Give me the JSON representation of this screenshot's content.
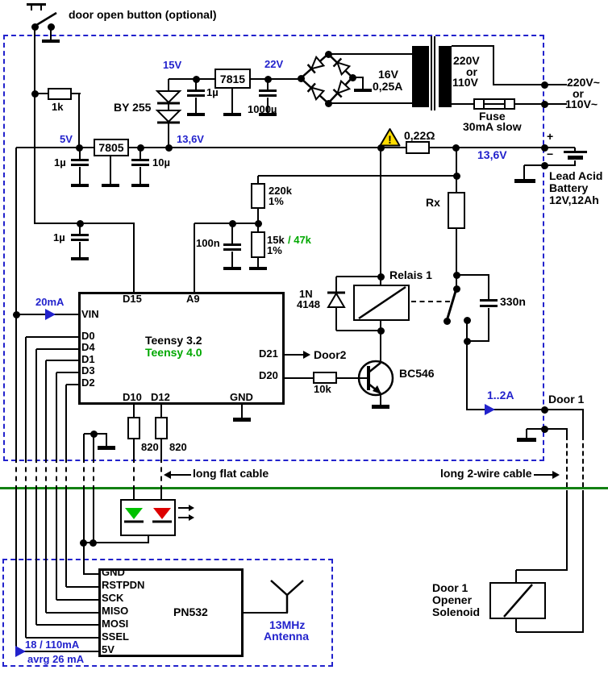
{
  "button": {
    "label": "door open button (optional)"
  },
  "power": {
    "r1k": "1k",
    "v5": "5V",
    "reg5": "7805",
    "c1u_5v": "1µ",
    "c10u": "10µ",
    "v136": "13,6V",
    "by255": "BY 255",
    "v15": "15V",
    "reg15": "7815",
    "c1u_15v": "1µ",
    "v22": "22V",
    "c1000u": "1000µ",
    "sec_v": "16V",
    "sec_a": "0,25A",
    "pri_1": "220V",
    "pri_or": "or",
    "pri_2": "110V",
    "fuse_1": "Fuse",
    "fuse_2": "30mA slow",
    "mains_1": "220V~",
    "mains_or": "or",
    "mains_2": "110V~",
    "shunt": "0,22Ω",
    "warn": "!",
    "v136_batt": "13,6V",
    "batt_plus": "+",
    "batt_minus": "−",
    "batt_1": "Lead Acid",
    "batt_2": "Battery",
    "batt_3": "12V,12Ah"
  },
  "sense": {
    "r220k": "220k",
    "tol220k": "1%",
    "c100n": "100n",
    "r15k": "15k",
    "r47k": "/ 47k",
    "tol15k": "1%",
    "c1u": "1µ",
    "rx": "Rx"
  },
  "mcu": {
    "title1": "Teensy 3.2",
    "title2": "Teensy 4.0",
    "current": "20mA",
    "vin": "VIN",
    "d0": "D0",
    "d4": "D4",
    "d1": "D1",
    "d3": "D3",
    "d2": "D2",
    "d15": "D15",
    "a9": "A9",
    "d21": "D21",
    "d20": "D20",
    "d10": "D10",
    "d12": "D12",
    "gnd": "GND"
  },
  "driver": {
    "relay": "Relais 1",
    "diode_1": "1N",
    "diode_2": "4148",
    "c330n": "330n",
    "r10k": "10k",
    "transistor": "BC546",
    "door2": "Door2"
  },
  "out": {
    "current": "1..2A",
    "door1": "Door 1",
    "cable": "long 2-wire cable",
    "sol_1": "Door 1",
    "sol_2": "Opener",
    "sol_3": "Solenoid"
  },
  "flat_cable": {
    "label": "long flat cable"
  },
  "led": {
    "r820_a": "820",
    "r820_b": "820"
  },
  "nfc": {
    "name": "PN532",
    "pins": [
      "GND",
      "RSTPDN",
      "SCK",
      "MISO",
      "MOSI",
      "SSEL",
      "5V"
    ],
    "ant_1": "13MHz",
    "ant_2": "Antenna",
    "current_1": "18 / 110mA",
    "current_2": "avrg 26 mA"
  },
  "colors": {
    "label_blue": "#2222CC",
    "label_green": "#00A800",
    "divider_green": "#128012",
    "border_blue": "#2222CC",
    "led_green": "#00C000",
    "led_red": "#DD0000",
    "warn_yellow": "#FFDD00"
  }
}
